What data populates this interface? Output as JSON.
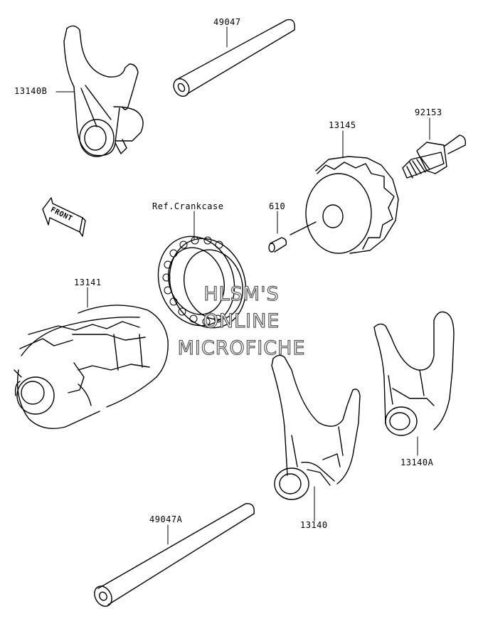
{
  "labels": {
    "p_49047": "49047",
    "p_13140B": "13140B",
    "p_92153": "92153",
    "p_13145": "13145",
    "p_ref_crankcase": "Ref.Crankcase",
    "p_610": "610",
    "p_13141": "13141",
    "p_13140A": "13140A",
    "p_13140": "13140",
    "p_49047A": "49047A"
  },
  "front_marker": "FRONT",
  "watermark": {
    "line1": "HLSM'S",
    "line2": "ONLINE",
    "line3": "MICROFICHE"
  }
}
